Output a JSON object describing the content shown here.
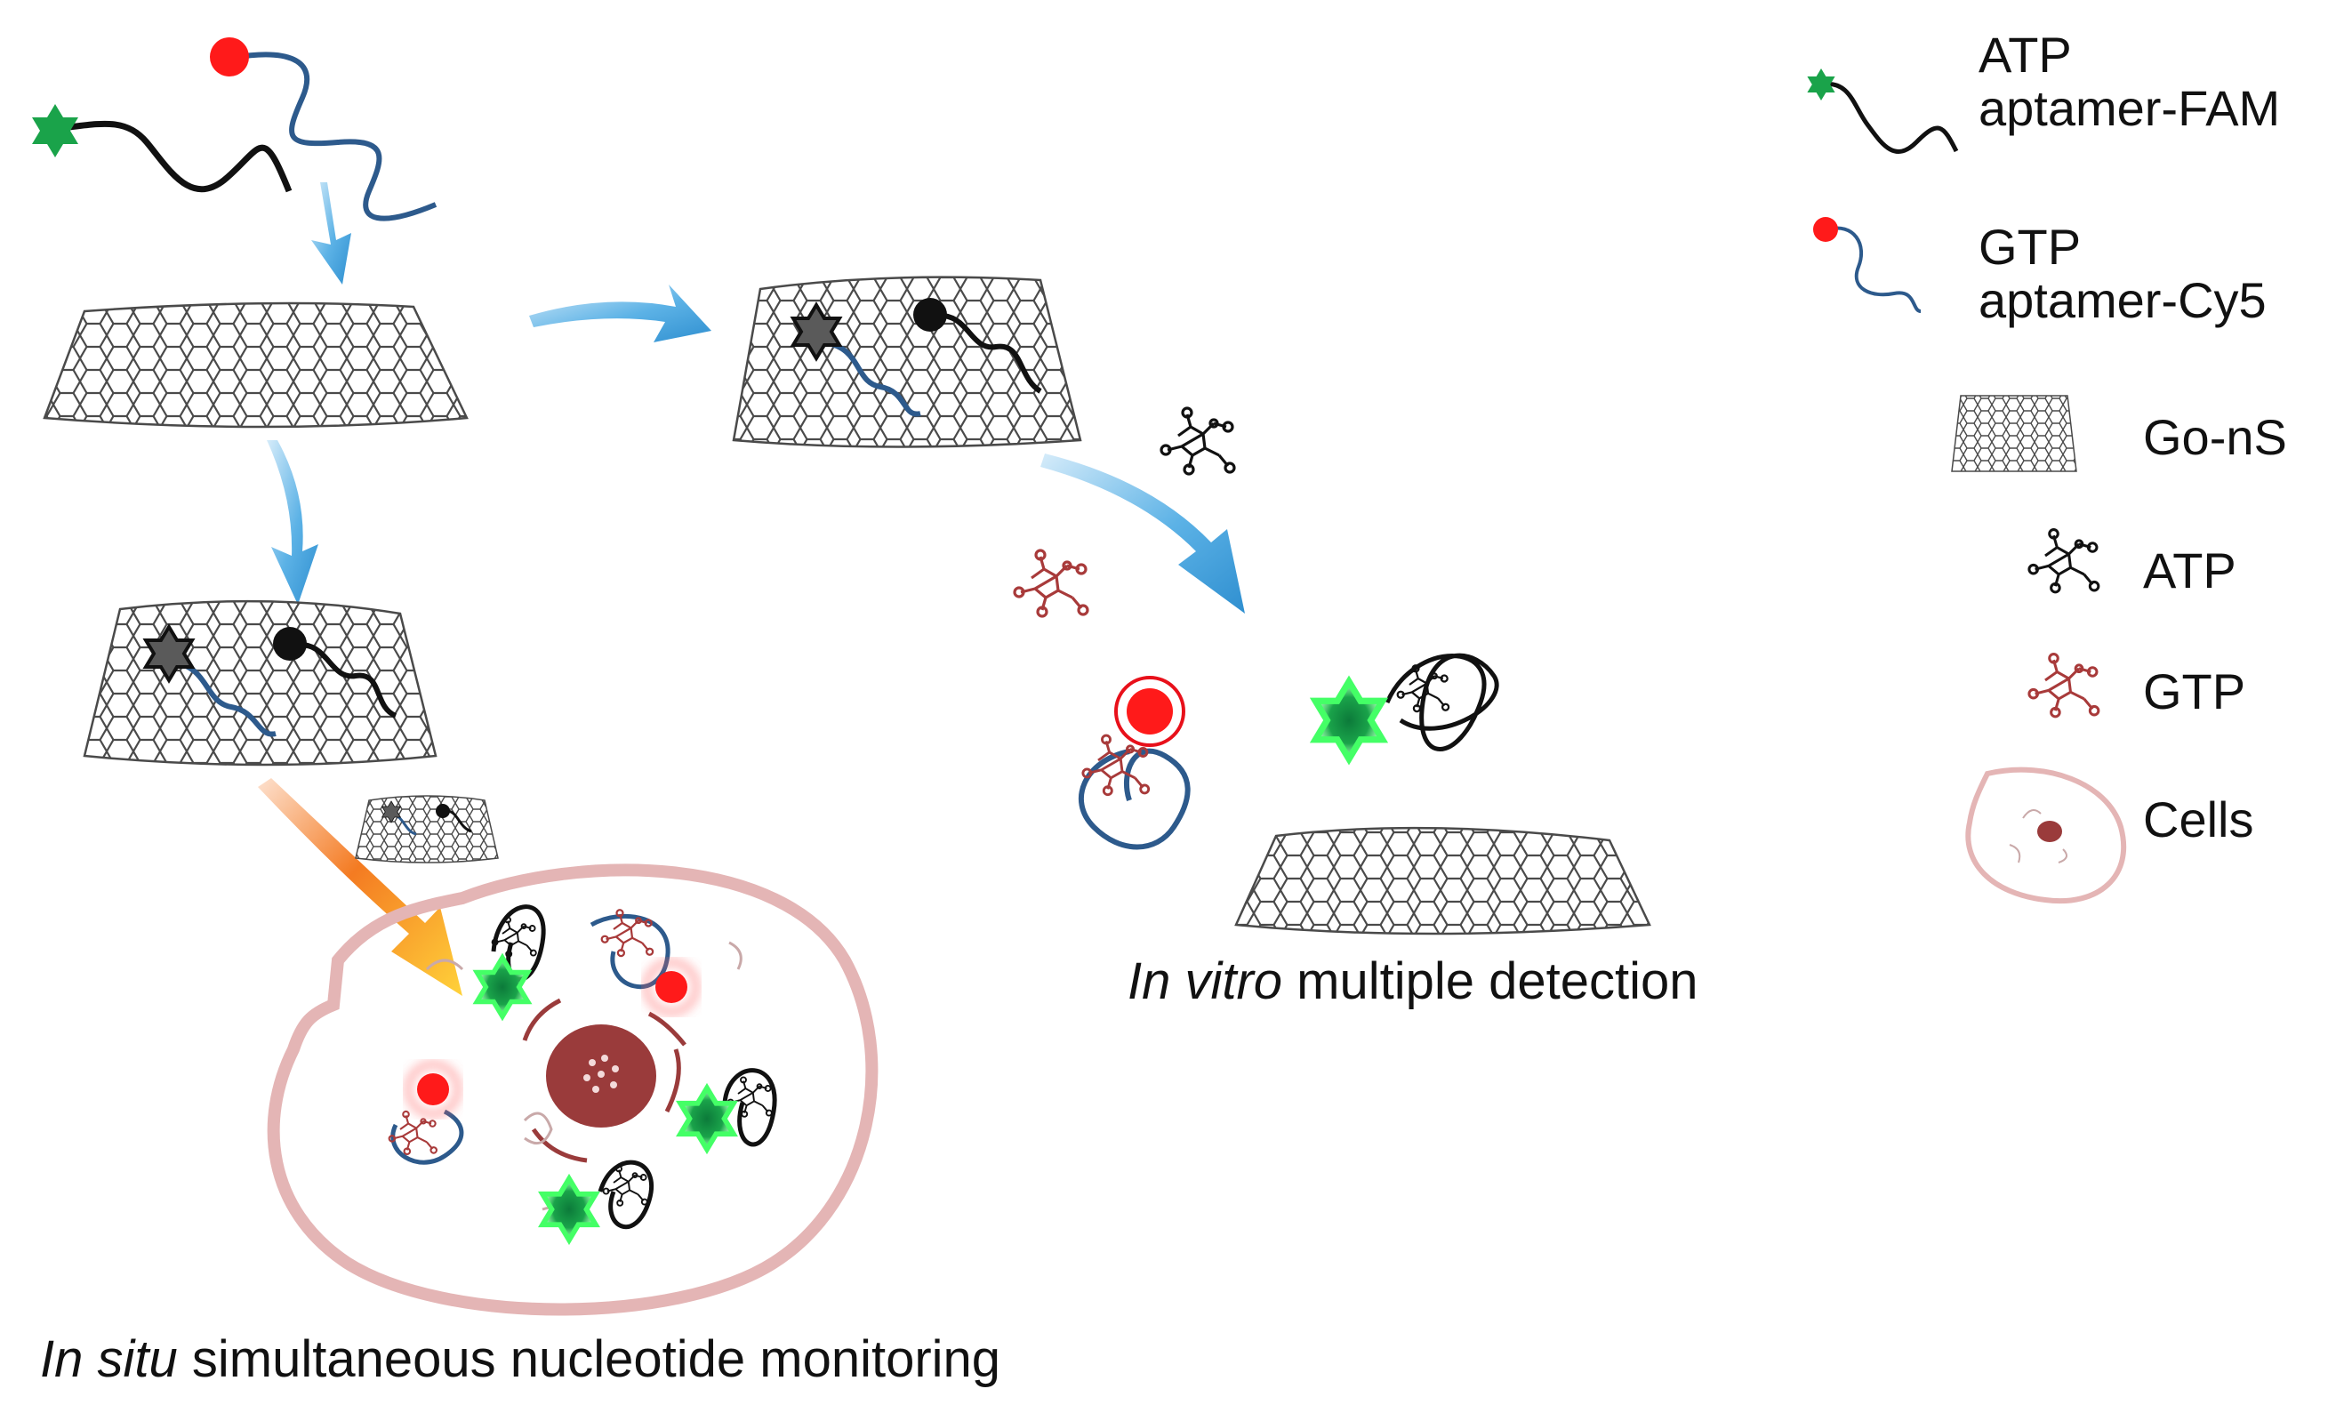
{
  "legend": {
    "atp_aptamer": {
      "line1": "ATP",
      "line2": "aptamer-FAM"
    },
    "gtp_aptamer": {
      "line1": "GTP",
      "line2": "aptamer-Cy5"
    },
    "gons": "Go-nS",
    "atp": "ATP",
    "gtp": "GTP",
    "cells": "Cells"
  },
  "captions": {
    "invitro_italic": "In vitro",
    "invitro_rest": " multiple detection",
    "insitu_italic": "In situ",
    "insitu_rest": " simultaneous nucleotide monitoring"
  },
  "colors": {
    "fam_green": "#1aa34a",
    "cy5_red": "#e8101a",
    "atp_strand": "#111111",
    "gtp_strand": "#2d5a8c",
    "sheet_stroke": "#555555",
    "arrow_blue": "#4aa3dd",
    "arrow_orange": "#f26a1b",
    "cell_outline": "#e4b5b5",
    "nucleus": "#9a3b3b",
    "gtp_molecule": "#a83a3a"
  }
}
